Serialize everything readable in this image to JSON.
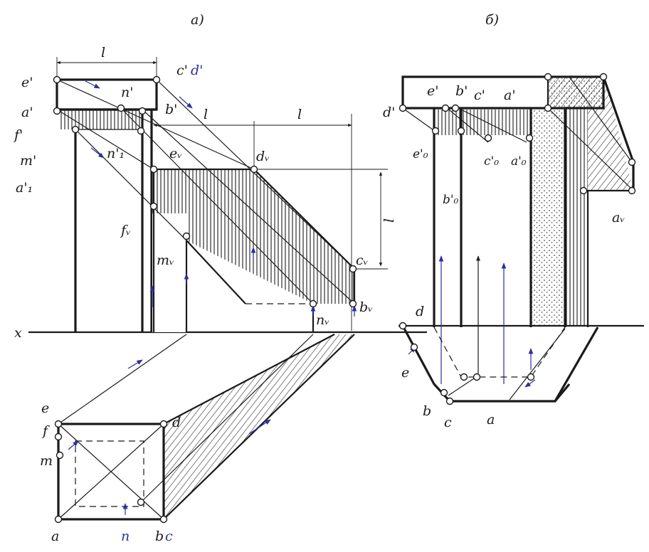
{
  "panels": {
    "a": {
      "title": "а)"
    },
    "b": {
      "title": "б)"
    }
  },
  "labels_a": {
    "x_axis": "x",
    "l_top": "l",
    "l_diag": "l",
    "l_right": "l",
    "l_vertical": "l",
    "e_prime": "e'",
    "cd_prime_c": "c'",
    "cd_prime_d": "d'",
    "n_prime": "n'",
    "a_prime": "a'",
    "b_prime": "b'",
    "f_prime": "f'",
    "m_prime": "m'",
    "n1_prime": "n'₁",
    "a1_prime": "a'₁",
    "e_v": "eᵥ",
    "d_v": "dᵥ",
    "f_v": "fᵥ",
    "m_v": "mᵥ",
    "c_v": "cᵥ",
    "b_v": "bᵥ",
    "n_v": "nᵥ",
    "e": "e",
    "f": "f",
    "m": "m",
    "d": "d",
    "a": "a",
    "n": "n",
    "bc_b": "b",
    "bc_c": "c"
  },
  "labels_b": {
    "d_prime": "d'",
    "e_prime": "e'",
    "b_prime": "b'",
    "c_prime": "c'",
    "a_prime": "a'",
    "e0_prime": "e'₀",
    "b0_prime": "b'₀",
    "c0_prime": "c'₀",
    "a0_prime": "a'₀",
    "a_v": "aᵥ",
    "d": "d",
    "e": "e",
    "b": "b",
    "c": "c",
    "a": "a"
  }
}
